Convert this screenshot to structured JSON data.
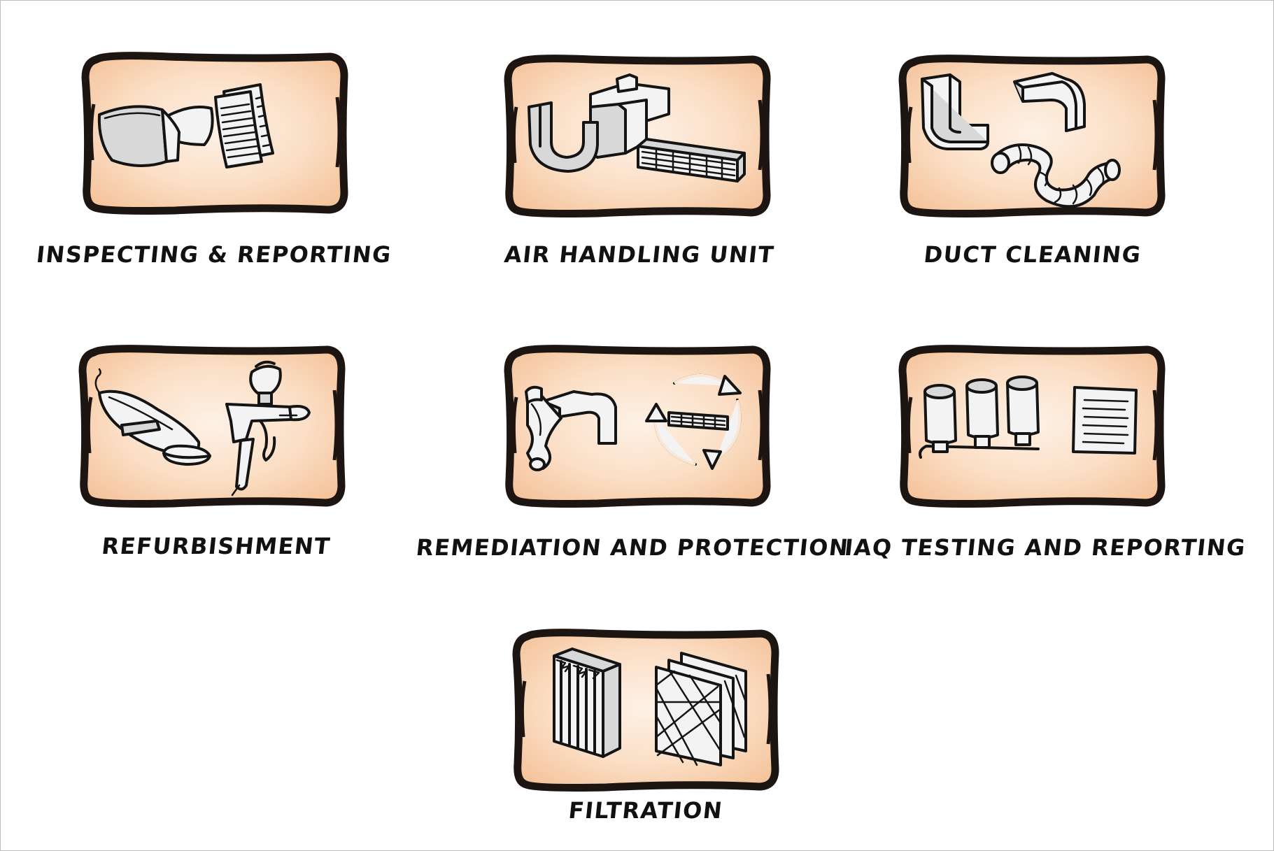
{
  "services": [
    {
      "id": "inspecting",
      "label": "INSPECTING & REPORTING",
      "icons": [
        "duct-box-icon",
        "documents-icon"
      ]
    },
    {
      "id": "air-handling",
      "label": "AIR HANDLING UNIT",
      "icons": [
        "air-handling-unit-icon",
        "grille-icon"
      ]
    },
    {
      "id": "duct-cleaning",
      "label": "DUCT CLEANING",
      "icons": [
        "duct-elbow-icon",
        "flex-duct-icon"
      ]
    },
    {
      "id": "refurbishment",
      "label": "REFURBISHMENT",
      "icons": [
        "sander-icon",
        "spray-gun-icon"
      ]
    },
    {
      "id": "remediation",
      "label": "REMEDIATION AND PROTECTION",
      "icons": [
        "wrapped-duct-icon",
        "recycle-grille-icon"
      ]
    },
    {
      "id": "iaq-testing",
      "label": "IAQ TESTING AND REPORTING",
      "icons": [
        "sample-canisters-icon",
        "report-sheet-icon"
      ]
    },
    {
      "id": "filtration",
      "label": "FILTRATION",
      "icons": [
        "pleated-filter-icon",
        "panel-filters-icon"
      ]
    }
  ],
  "colors": {
    "tile_fill": "#f8cfac",
    "tile_fill_light": "#fdf1e6",
    "tile_border": "#1c1512",
    "ink": "#141414",
    "label": "#111111",
    "page_background": "#ffffff"
  }
}
